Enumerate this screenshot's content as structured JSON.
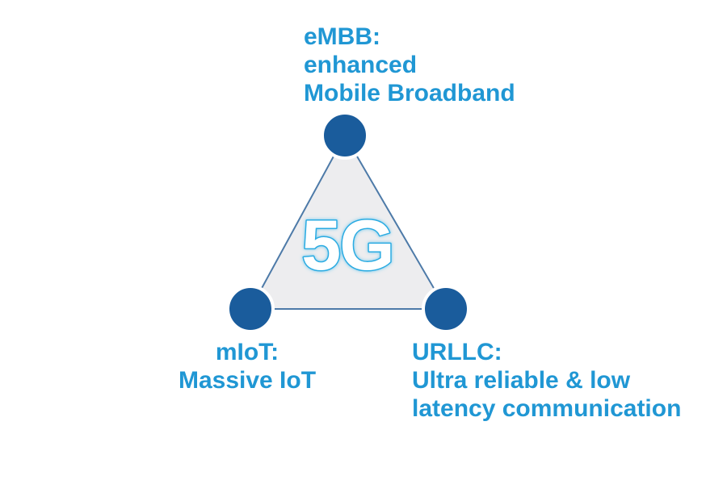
{
  "canvas": {
    "background": "#ffffff"
  },
  "diagram": {
    "title_hint": "5G usage scenario triangle",
    "center_label": "5G",
    "colors": {
      "node_circle_fill": "#1a5c9c",
      "node_circle_halo": "#ffffff",
      "triangle_fill": "#ededef",
      "triangle_stroke": "#4d7aa8",
      "label_text": "#2097d4",
      "center_text_fill": "#ffffff",
      "center_text_stroke": "#29abe2"
    },
    "nodes": {
      "embb": {
        "position": "top",
        "lines": [
          "eMBB:",
          "enhanced",
          "Mobile Broadband"
        ]
      },
      "miot": {
        "position": "bottom-left",
        "lines": [
          "mIoT:",
          "Massive IoT"
        ]
      },
      "urllc": {
        "position": "bottom-right",
        "lines": [
          "URLLC:",
          "Ultra reliable & low",
          "latency communication"
        ]
      }
    }
  }
}
